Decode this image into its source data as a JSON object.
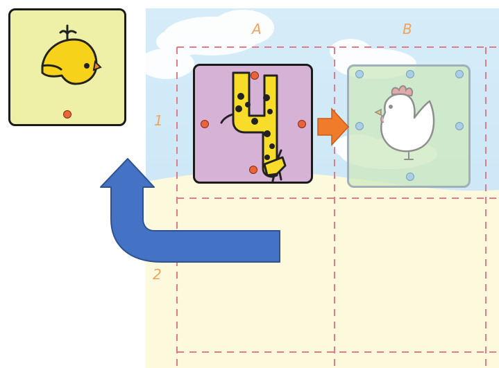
{
  "board": {
    "columns": [
      "A",
      "B"
    ],
    "rows": [
      "1",
      "2"
    ]
  },
  "pieces": {
    "chick_card": {
      "icon": "chick-icon",
      "color": "#eef0a8"
    },
    "giraffe_card": {
      "icon": "giraffe-icon",
      "color": "#d6b2d6"
    },
    "hen_card": {
      "icon": "hen-icon",
      "color": "#d9ebc8"
    }
  },
  "arrows": {
    "orange": {
      "icon": "arrow-right-icon",
      "color": "#ef7b2b"
    },
    "blue": {
      "icon": "arrow-up-turn-icon",
      "color": "#4472c4"
    }
  }
}
